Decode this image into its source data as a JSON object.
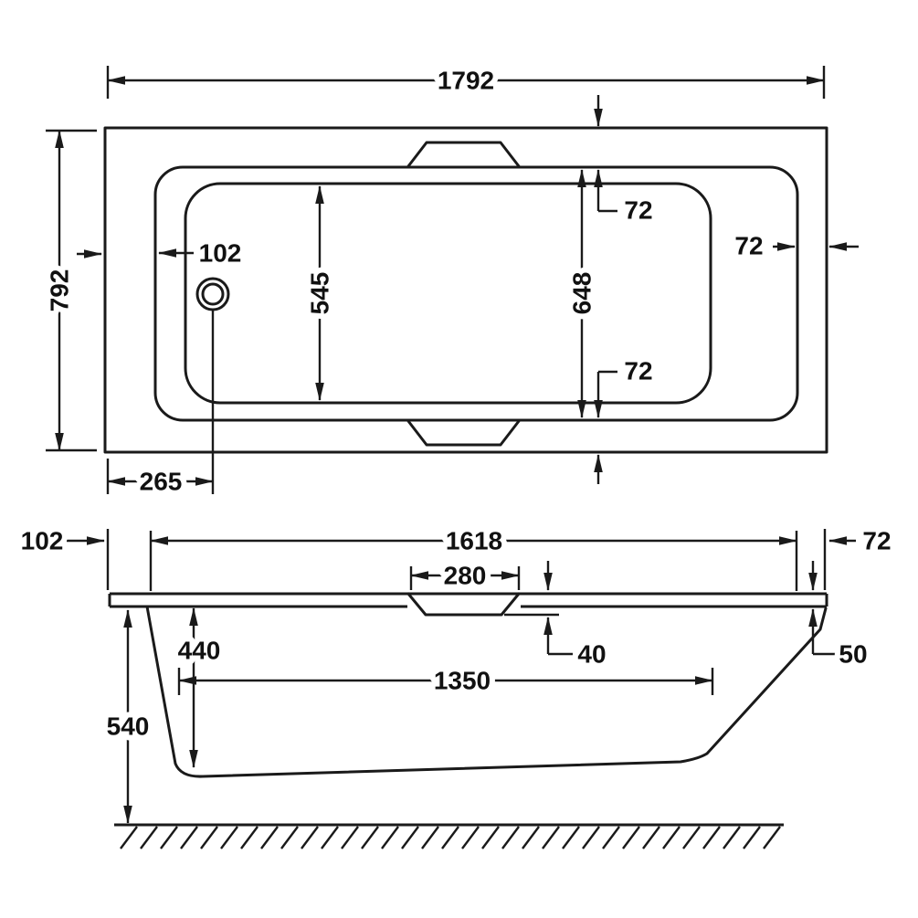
{
  "drawing": {
    "kind": "bathtub-dimension-drawing",
    "colors": {
      "line": "#1a1a1a",
      "background": "#ffffff"
    },
    "views": {
      "plan": {
        "dims": {
          "overall_length": "1792",
          "overall_width": "792",
          "rim_left_width": "102",
          "basin_floor_width": "545",
          "rim_inner_width": "648",
          "rim_top_width": "72",
          "rim_right_width": "72",
          "rim_bottom_width": "72",
          "waste_centre_from_end": "265"
        }
      },
      "side": {
        "dims": {
          "rim_overhang_left": "102",
          "inner_rim_length": "1618",
          "rim_right_width": "72",
          "grip_recess_width": "280",
          "grip_recess_depth": "40",
          "rim_edge_depth": "50",
          "internal_depth": "440",
          "overall_height": "540",
          "basin_floor_length": "1350"
        }
      }
    }
  }
}
